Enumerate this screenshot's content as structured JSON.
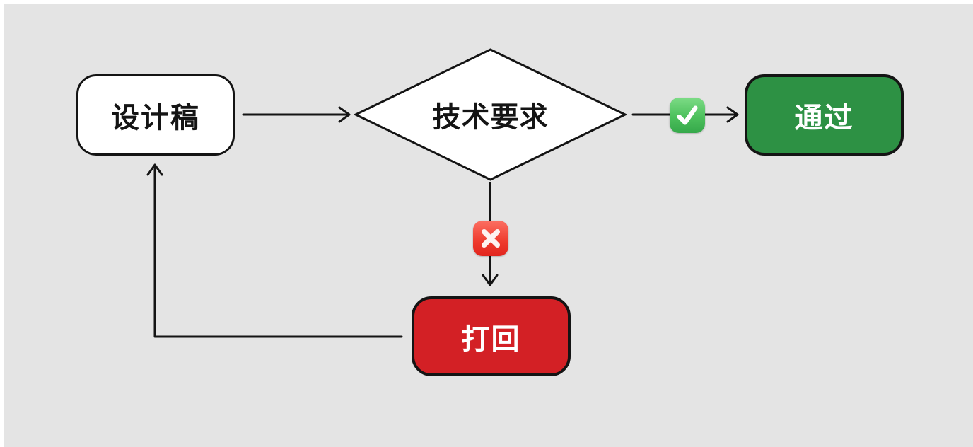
{
  "canvas": {
    "background_color": "#e4e4e4",
    "page_color": "#ffffff",
    "line_color": "#141414"
  },
  "nodes": {
    "design": {
      "label": "设计稿",
      "shape": "rounded-rect",
      "fill": "#ffffff",
      "text_color": "#141414"
    },
    "decision": {
      "label": "技术要求",
      "shape": "diamond",
      "fill": "#ffffff",
      "text_color": "#141414"
    },
    "pass": {
      "label": "通过",
      "shape": "rounded-rect",
      "fill": "#2d9144",
      "text_color": "#ffffff"
    },
    "reject": {
      "label": "打回",
      "shape": "rounded-rect",
      "fill": "#d32025",
      "text_color": "#ffffff"
    }
  },
  "edges": [
    {
      "from": "design",
      "to": "decision",
      "badge": null
    },
    {
      "from": "decision",
      "to": "pass",
      "badge": "check-mark"
    },
    {
      "from": "decision",
      "to": "reject",
      "badge": "cross-mark"
    },
    {
      "from": "reject",
      "to": "design",
      "badge": null
    }
  ],
  "badges": {
    "check": {
      "icon": "check-mark",
      "color": "#35a84a"
    },
    "cross": {
      "icon": "cross-mark",
      "color": "#e2251e"
    }
  }
}
